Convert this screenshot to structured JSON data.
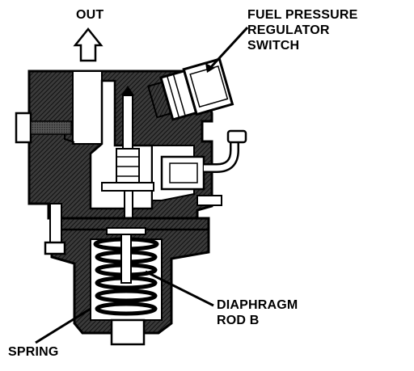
{
  "labels": {
    "out": "OUT",
    "fuel_pressure_regulator_switch": [
      "FUEL PRESSURE",
      "REGULATOR",
      "SWITCH"
    ],
    "diaphragm_rod_b": [
      "DIAPHRAGM",
      "ROD B"
    ],
    "spring": "SPRING"
  },
  "colors": {
    "ink": "#000000",
    "paper": "#ffffff",
    "shade": "#2a2a2a",
    "mid": "#6b6b6b"
  }
}
